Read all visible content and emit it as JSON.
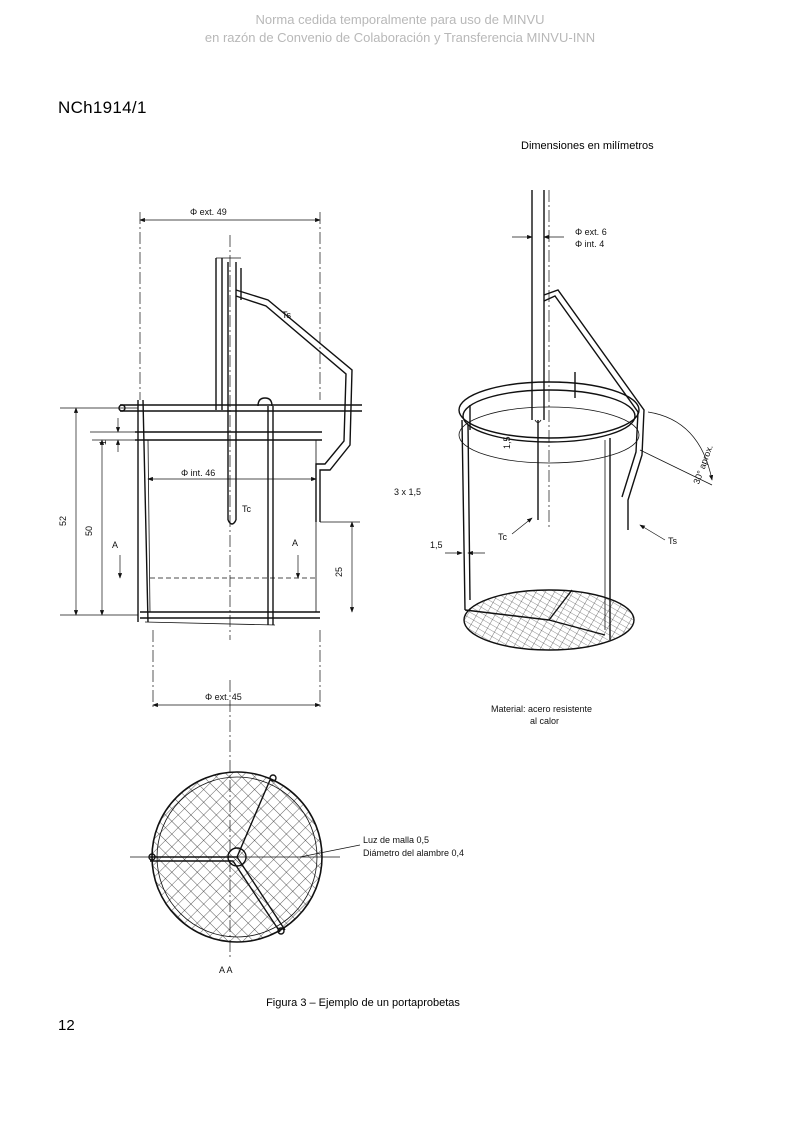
{
  "header": {
    "watermark_line1": "Norma cedida temporalmente para uso de MINVU",
    "watermark_line2": "en razón de Convenio de Colaboración y Transferencia MINVU-INN",
    "doc_code": "NCh1914/1",
    "units_note": "Dimensiones en milímetros"
  },
  "front_view": {
    "ext_diameter_top": "Φ ext. 49",
    "int_diameter": "Φ int. 46",
    "ext_diameter_bottom": "Φ ext. 45",
    "label_ts": "Ts",
    "label_tc": "Tc",
    "height_total": "52",
    "height_inner": "50",
    "height_section": "25",
    "gap_small": "1",
    "section_mark": "A"
  },
  "perspective_view": {
    "tube_ext": "Φ ext. 6",
    "tube_int": "Φ int. 4",
    "wire_count": "3 x 1,5",
    "wire_thickness": "1,5",
    "angle": "30° aprox.",
    "label_tc": "Tc",
    "label_ts": "Ts",
    "material_line1": "Material: acero resistente",
    "material_line2": "al calor"
  },
  "section_view": {
    "mesh_opening": "Luz de malla 0,5",
    "wire_diameter": "Diámetro del alambre 0,4",
    "section_label": "A  A"
  },
  "footer": {
    "caption": "Figura 3 – Ejemplo de un portaprobetas",
    "page_number": "12"
  }
}
